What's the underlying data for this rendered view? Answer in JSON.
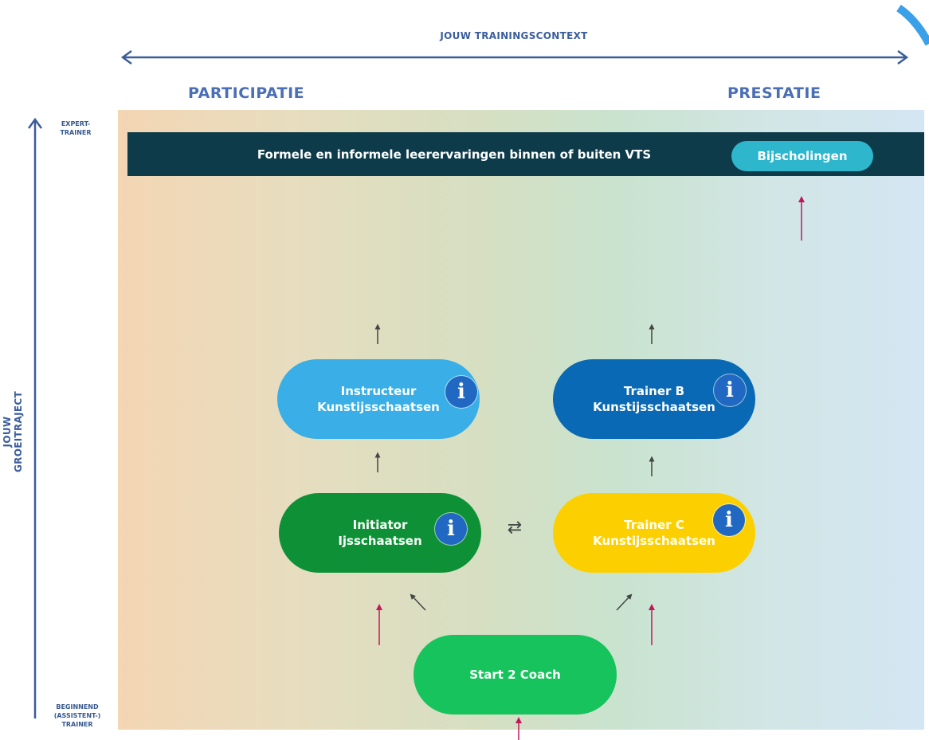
{
  "axes": {
    "context_title": "JOUW TRAININGSCONTEXT",
    "left_end": "PARTICIPATIE",
    "right_end": "PRESTATIE",
    "growth_title": "JOUW GROEITRAJECT",
    "top_level": [
      "EXPERT-",
      "TRAINER"
    ],
    "bottom_level": [
      "BEGINNEND",
      "(ASSISTENT-)",
      "TRAINER"
    ]
  },
  "banner": {
    "text": "Formele en informele leerervaringen binnen of buiten VTS",
    "button": "Bijscholingen"
  },
  "nodes": {
    "instructeur": {
      "line1": "Instructeur",
      "line2": "Kunstijsschaatsen",
      "color": "#3aaee6"
    },
    "trainer_b": {
      "line1": "Trainer B",
      "line2": "Kunstijsschaatsen",
      "color": "#0a69b4"
    },
    "initiator": {
      "line1": "Initiator",
      "line2": "Ijsschaatsen",
      "color": "#0e9136"
    },
    "trainer_c": {
      "line1": "Trainer C",
      "line2": "Kunstijsschaatsen",
      "color": "#fcd000"
    },
    "start": {
      "line1": "Start 2 Coach",
      "color": "#16c35c"
    }
  },
  "info_glyph": "i",
  "exchange_glyph": "⇄",
  "colors": {
    "axis": "#3a5d9c",
    "pink_arrow": "#c2185b",
    "grey_arrow": "#444444",
    "banner_bg": "#0d3b4a",
    "button_bg": "#2eb6cd"
  }
}
